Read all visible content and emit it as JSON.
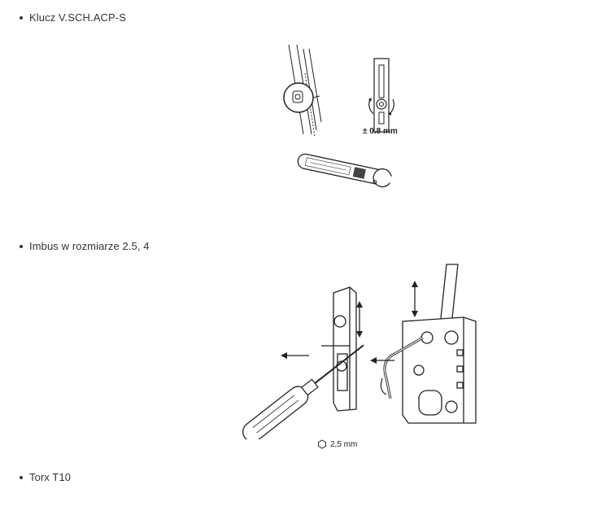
{
  "items": [
    {
      "label": "Klucz V.SCH.ACP-S"
    },
    {
      "label": "Imbus w rozmiarze 2.5, 4"
    },
    {
      "label": "Torx T10"
    }
  ],
  "figure1": {
    "adjustment_label": "± 0.8 mm"
  },
  "figure2": {
    "hex_size_label": "2,5 mm"
  },
  "colors": {
    "text": "#333333",
    "line": "#222222",
    "background": "#ffffff"
  }
}
